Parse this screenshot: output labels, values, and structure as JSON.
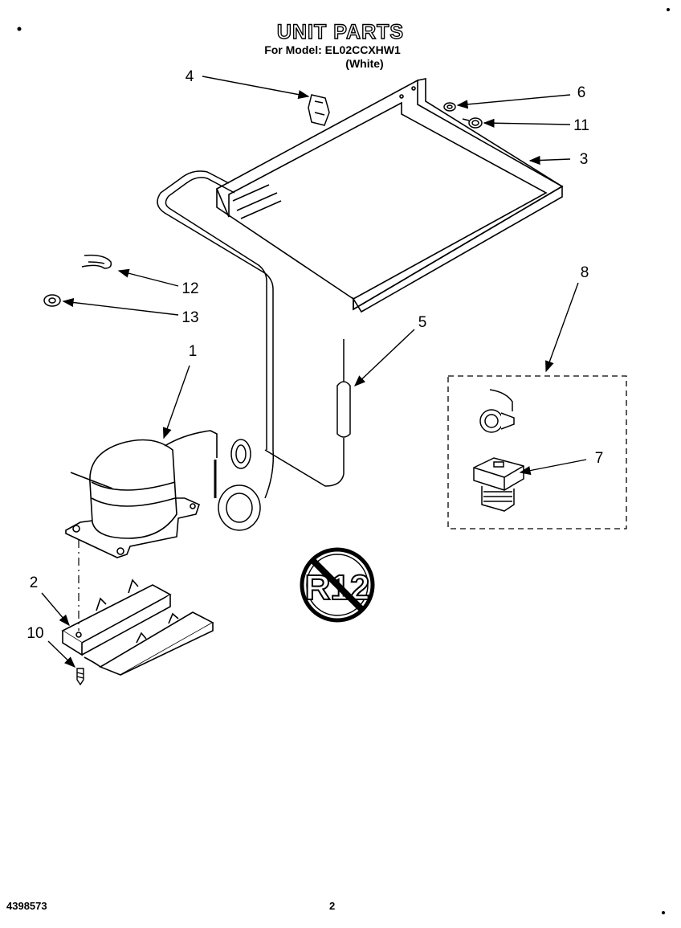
{
  "header": {
    "title": "UNIT PARTS",
    "model": "For Model: EL02CCXHW1",
    "color": "(White)"
  },
  "callouts": {
    "c1": "1",
    "c2": "2",
    "c3": "3",
    "c4": "4",
    "c5": "5",
    "c6": "6",
    "c7": "7",
    "c8": "8",
    "c10": "10",
    "c11": "11",
    "c12": "12",
    "c13": "13"
  },
  "badge": {
    "text": "R12"
  },
  "footer": {
    "doc_number": "4398573",
    "page": "2"
  }
}
